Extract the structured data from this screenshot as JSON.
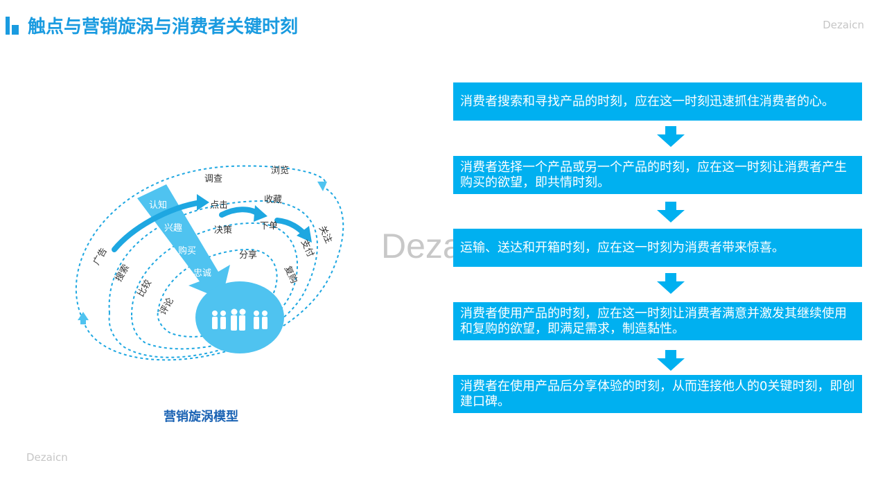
{
  "header": {
    "title": "触点与营销旋涡与消费者关键时刻",
    "brand_top": "Dezaicn",
    "brand_bottom": "Dezaicn",
    "watermark": "Dezaicn"
  },
  "diagram": {
    "caption": "营销旋涡模型",
    "funnel_stages": [
      "认知",
      "兴趣",
      "购买",
      "忠诚"
    ],
    "loop_labels": {
      "outer_left": "广告",
      "outer_top_1": "调查",
      "outer_top_2": "浏览",
      "outer_right": "关注",
      "ring2_left": "搜索",
      "ring2_top_1": "点击",
      "ring2_top_2": "收藏",
      "ring2_right": "支付",
      "ring3_left": "比较",
      "ring3_top_1": "决策",
      "ring3_top_2": "下单",
      "ring3_right": "复购",
      "ring4_left": "评论",
      "ring4_top": "分享"
    },
    "colors": {
      "primary": "#00b0f0",
      "light": "#4fc3f0",
      "dark_text": "#333333"
    }
  },
  "steps": [
    {
      "text": "消费者搜索和寻找产品的时刻，应在这一时刻迅速抓住消费者的心。"
    },
    {
      "text": "消费者选择一个产品或另一个产品的时刻，应在这一时刻让消费者产生购买的欲望，即共情时刻。"
    },
    {
      "text": "运输、送达和开箱时刻，应在这一时刻为消费者带来惊喜。"
    },
    {
      "text": "消费者使用产品的时刻，应在这一时刻让消费者满意并激发其继续使用和复购的欲望，即满足需求，制造黏性。"
    },
    {
      "text": "消费者在使用产品后分享体验的时刻，从而连接他人的0关键时刻，即创建口碑。"
    }
  ]
}
